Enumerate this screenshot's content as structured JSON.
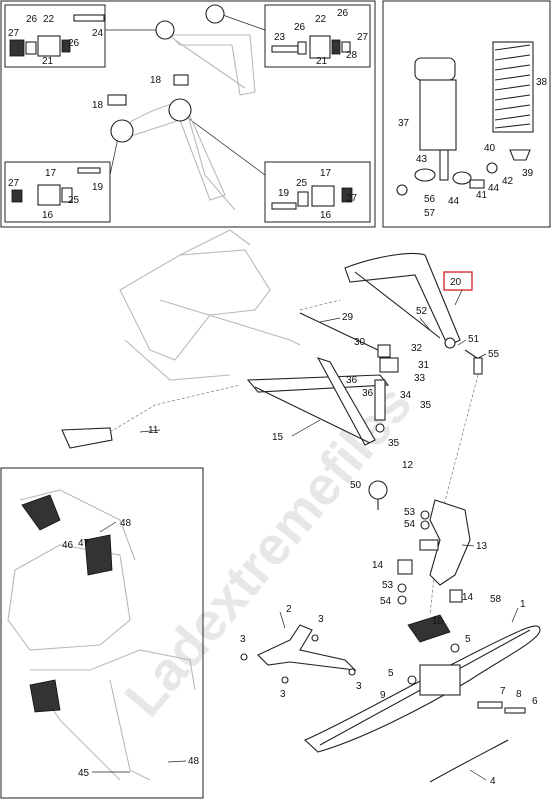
{
  "watermark": "Ladextremefiles",
  "highlight_callout": "20",
  "callouts": {
    "c26a": "26",
    "c22a": "22",
    "c24": "24",
    "c27a": "27",
    "c26b": "26",
    "c21a": "21",
    "c23": "23",
    "c26c": "26",
    "c22b": "22",
    "c26d": "26",
    "c27b": "27",
    "c21b": "21",
    "c28": "28",
    "c18a": "18",
    "c18b": "18",
    "c17a": "17",
    "c27c": "27",
    "c19a": "19",
    "c25a": "25",
    "c16a": "16",
    "c17b": "17",
    "c19b": "19",
    "c25b": "25",
    "c27d": "27",
    "c16b": "16",
    "c38": "38",
    "c37": "37",
    "c40": "40",
    "c39": "39",
    "c43": "43",
    "c42": "42",
    "c41": "41",
    "c44a": "44",
    "c44b": "44",
    "c56": "56",
    "c57": "57",
    "c52": "52",
    "c51": "51",
    "c55": "55",
    "c29": "29",
    "c30": "30",
    "c32": "32",
    "c31": "31",
    "c33": "33",
    "c36a": "36",
    "c36b": "36",
    "c34": "34",
    "c35a": "35",
    "c11": "11",
    "c15": "15",
    "c35b": "35",
    "c12": "12",
    "c50": "50",
    "c53a": "53",
    "c54a": "54",
    "c13": "13",
    "c14a": "14",
    "c53b": "53",
    "c54b": "54",
    "c10": "10",
    "c14b": "14",
    "c58": "58",
    "c48a": "48",
    "c46": "46",
    "c47": "47",
    "c2": "2",
    "c3a": "3",
    "c3b": "3",
    "c3c": "3",
    "c3d": "3",
    "c1": "1",
    "c5a": "5",
    "c5b": "5",
    "c9": "9",
    "c7": "7",
    "c8": "8",
    "c6": "6",
    "c4": "4",
    "c45": "45",
    "c48b": "48"
  }
}
